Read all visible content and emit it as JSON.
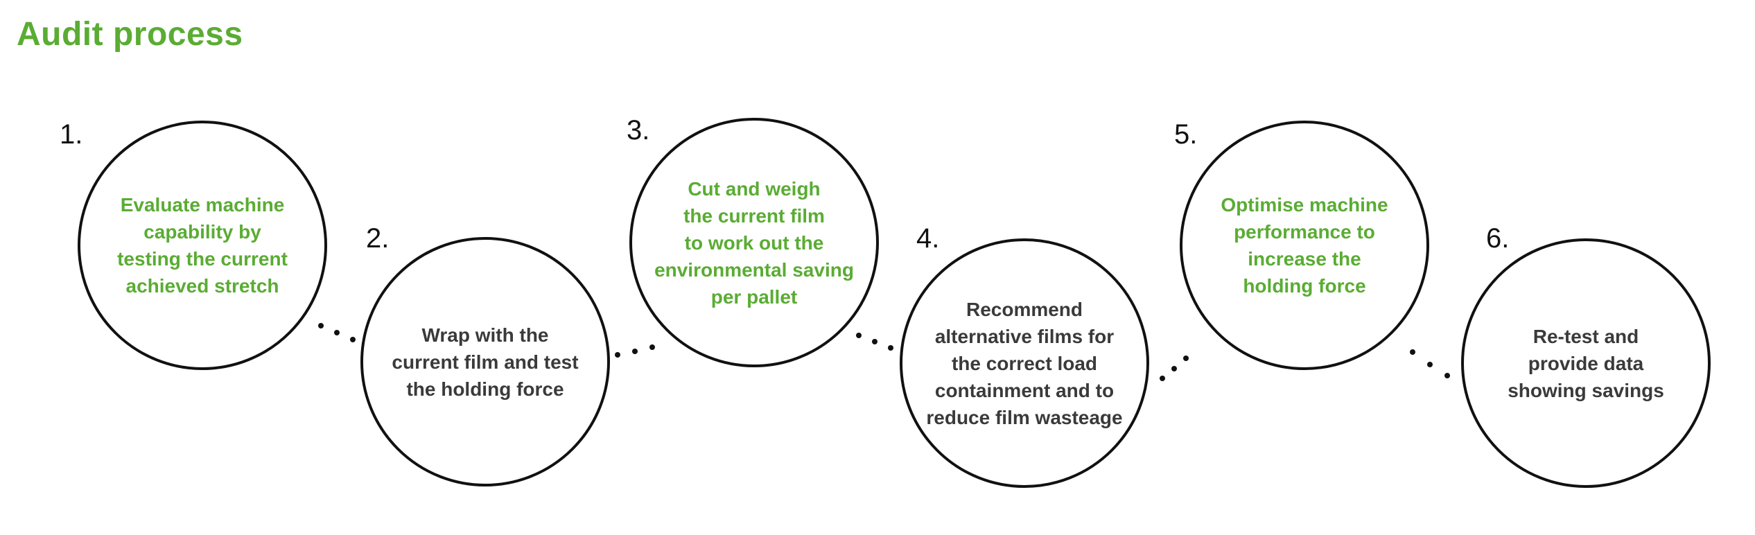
{
  "title": "Audit process",
  "colors": {
    "accent": "#5aac33",
    "text_dark": "#3a3a3a",
    "outline": "#111111"
  },
  "steps": [
    {
      "number": "1.",
      "text": "Evaluate machine\ncapability by\ntesting the current\nachieved stretch",
      "color": "green"
    },
    {
      "number": "2.",
      "text": "Wrap with the\ncurrent film and test\nthe holding force",
      "color": "dark"
    },
    {
      "number": "3.",
      "text": "Cut and weigh\nthe current film\nto work out the\nenvironmental saving\nper pallet",
      "color": "green"
    },
    {
      "number": "4.",
      "text": "Recommend\nalternative films for\nthe correct load\ncontainment and to\nreduce film wasteage",
      "color": "dark"
    },
    {
      "number": "5.",
      "text": "Optimise machine\nperformance to\nincrease the\nholding force",
      "color": "green"
    },
    {
      "number": "6.",
      "text": "Re-test and\nprovide data\nshowing savings",
      "color": "dark"
    }
  ]
}
